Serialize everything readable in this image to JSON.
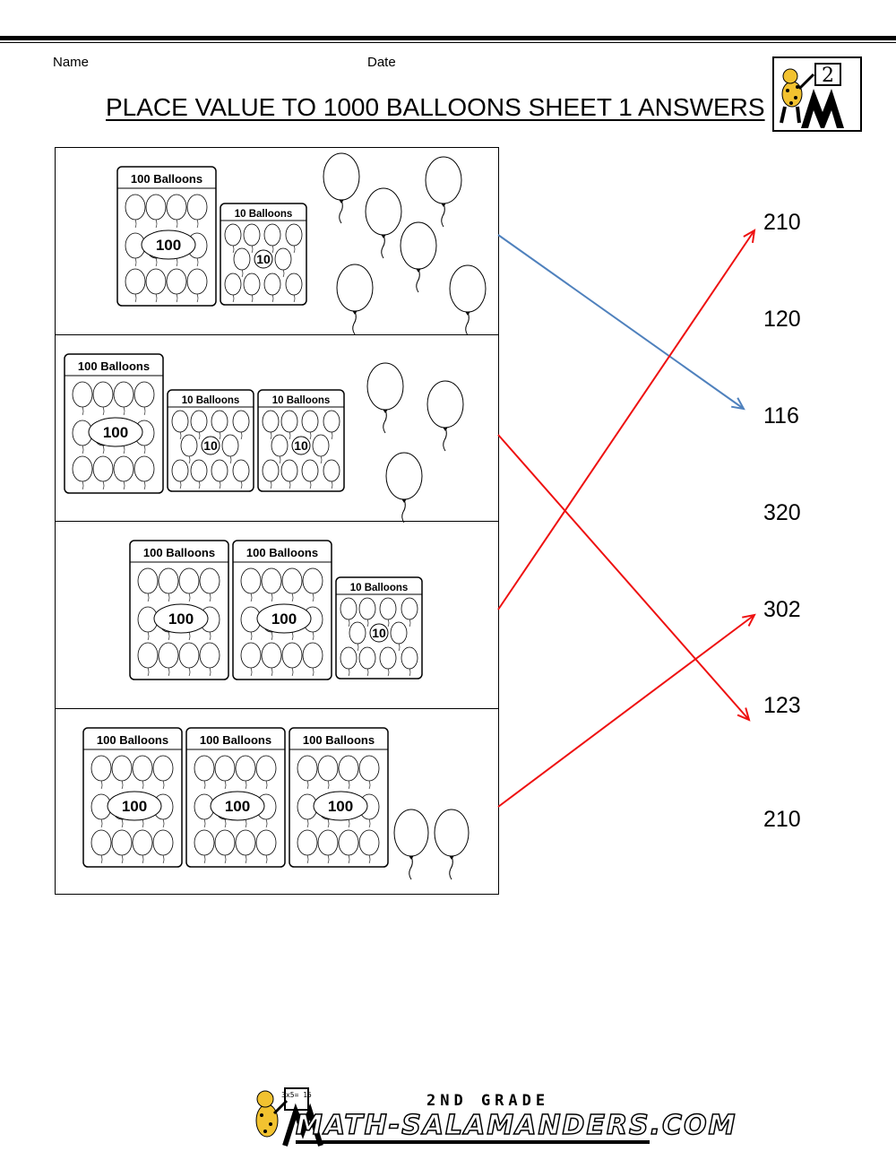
{
  "header": {
    "name_label": "Name",
    "date_label": "Date",
    "title": "PLACE VALUE TO 1000 BALLOONS SHEET 1 ANSWERS",
    "logo_number": "2"
  },
  "box_labels": {
    "hundred_title": "100 Balloons",
    "hundred_value": "100",
    "ten_title": "10 Balloons",
    "ten_value": "10"
  },
  "rows": [
    {
      "hundreds": 1,
      "tens": 1,
      "ones": 6
    },
    {
      "hundreds": 1,
      "tens": 2,
      "ones": 3
    },
    {
      "hundreds": 2,
      "tens": 1,
      "ones": 0
    },
    {
      "hundreds": 3,
      "tens": 0,
      "ones": 2
    }
  ],
  "answers": [
    "210",
    "120",
    "116",
    "320",
    "302",
    "123",
    "210"
  ],
  "arrows": [
    {
      "from_row": 0,
      "to_answer": 2,
      "color": "#4f81bd"
    },
    {
      "from_row": 1,
      "to_answer": 5,
      "color": "#ee1111"
    },
    {
      "from_row": 2,
      "to_answer": 0,
      "color": "#ee1111"
    },
    {
      "from_row": 3,
      "to_answer": 4,
      "color": "#ee1111"
    }
  ],
  "footer": {
    "grade": "2ND GRADE",
    "site": "MATH-SALAMANDERS.COM",
    "board_text": "3x5= 15"
  }
}
